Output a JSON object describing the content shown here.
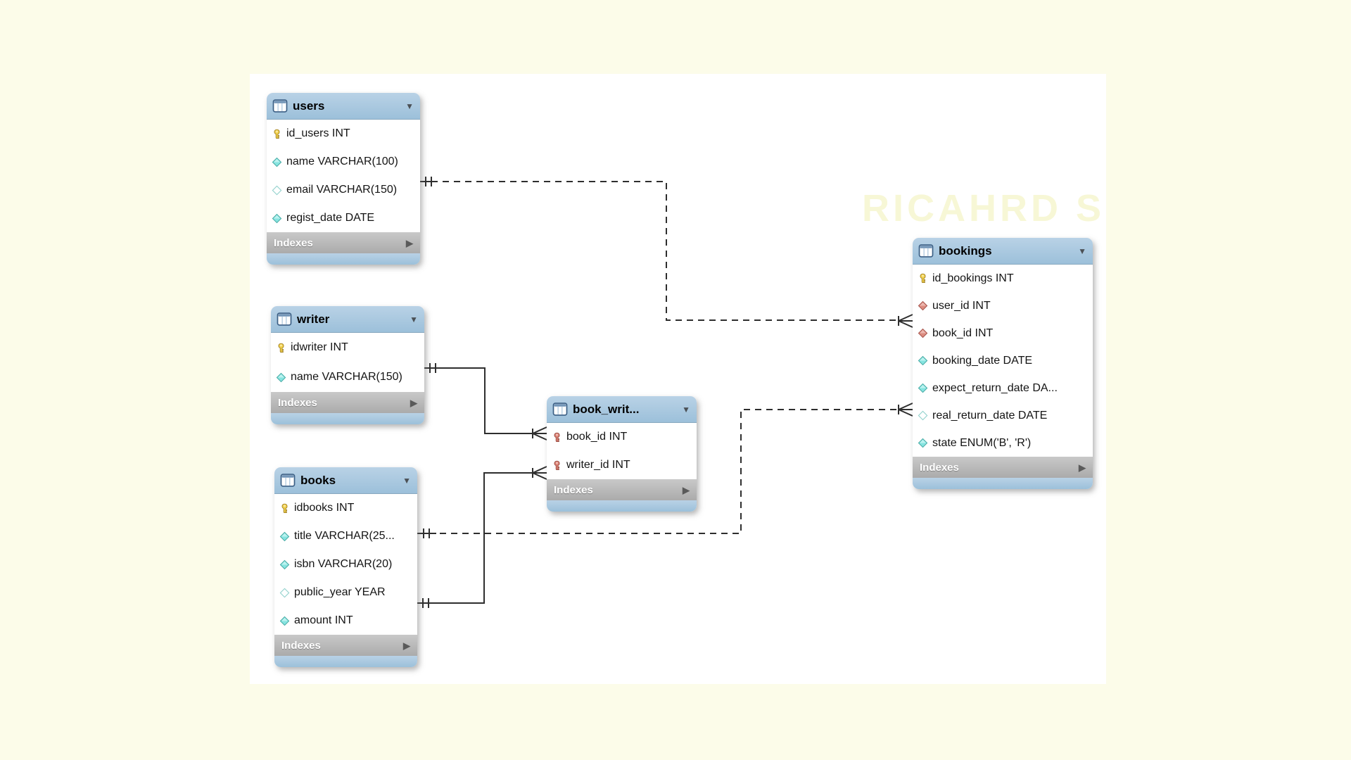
{
  "app": {
    "background_color": "#fcfce9",
    "canvas_color": "#ffffff",
    "watermark_text": "RICAHRD S"
  },
  "colors": {
    "table_header": "#a7c7df",
    "indexes_bar": "#b6b6b6",
    "relationship_line": "#2e2e2e",
    "primary_key_icon": "#f0cf4a",
    "foreign_key_icon": "#d97f72",
    "attribute_icon": "#86e4e0",
    "fk_attribute_icon": "#dc8c80"
  },
  "diagram": {
    "tables": [
      {
        "title": "users",
        "footer_label": "Indexes",
        "columns": [
          {
            "icon": "primary-key-icon",
            "text": "id_users INT"
          },
          {
            "icon": "attribute-filled-icon",
            "text": "name VARCHAR(100)"
          },
          {
            "icon": "attribute-nullable-icon",
            "text": "email VARCHAR(150)"
          },
          {
            "icon": "attribute-filled-icon",
            "text": "regist_date DATE"
          }
        ]
      },
      {
        "title": "writer",
        "footer_label": "Indexes",
        "columns": [
          {
            "icon": "primary-key-icon",
            "text": "idwriter INT"
          },
          {
            "icon": "attribute-filled-icon",
            "text": "name VARCHAR(150)"
          }
        ]
      },
      {
        "title": "books",
        "footer_label": "Indexes",
        "columns": [
          {
            "icon": "primary-key-icon",
            "text": "idbooks INT"
          },
          {
            "icon": "attribute-filled-icon",
            "text": "title VARCHAR(25..."
          },
          {
            "icon": "attribute-filled-icon",
            "text": "isbn VARCHAR(20)"
          },
          {
            "icon": "attribute-nullable-icon",
            "text": "public_year YEAR"
          },
          {
            "icon": "attribute-filled-icon",
            "text": "amount INT"
          }
        ]
      },
      {
        "title": "book_writ...",
        "footer_label": "Indexes",
        "columns": [
          {
            "icon": "foreign-key-icon",
            "text": "book_id INT"
          },
          {
            "icon": "foreign-key-icon",
            "text": "writer_id INT"
          }
        ]
      },
      {
        "title": "bookings",
        "footer_label": "Indexes",
        "columns": [
          {
            "icon": "primary-key-icon",
            "text": "id_bookings INT"
          },
          {
            "icon": "fk-attribute-icon",
            "text": "user_id INT"
          },
          {
            "icon": "fk-attribute-icon",
            "text": "book_id INT"
          },
          {
            "icon": "attribute-filled-icon",
            "text": "booking_date DATE"
          },
          {
            "icon": "attribute-filled-icon",
            "text": "expect_return_date DA..."
          },
          {
            "icon": "attribute-nullable-icon",
            "text": "real_return_date DATE"
          },
          {
            "icon": "attribute-filled-icon",
            "text": "state ENUM('B', 'R')"
          }
        ]
      }
    ],
    "relationships": [
      {
        "from": "users",
        "to": "bookings",
        "line": "dashed",
        "from_end": "one-mandatory",
        "to_end": "many"
      },
      {
        "from": "books",
        "to": "bookings",
        "line": "dashed",
        "from_end": "one-mandatory",
        "to_end": "many"
      },
      {
        "from": "writer",
        "to": "book_writ...",
        "line": "solid",
        "from_end": "one-mandatory",
        "to_end": "many"
      },
      {
        "from": "books",
        "to": "book_writ...",
        "line": "solid",
        "from_end": "one-mandatory",
        "to_end": "many"
      }
    ]
  }
}
